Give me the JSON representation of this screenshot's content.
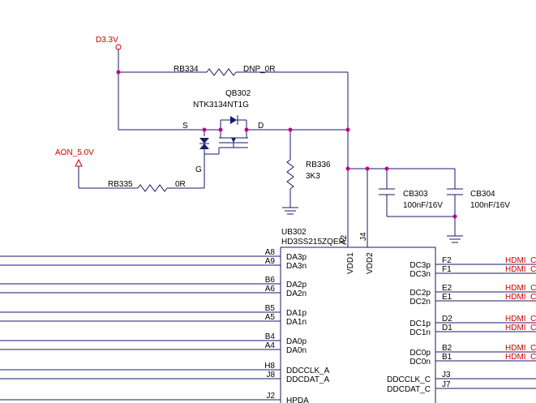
{
  "power": {
    "d33": "D3.3V",
    "aon": "AON_5.0V"
  },
  "rb334": {
    "ref": "RB334",
    "value": "DNP_0R"
  },
  "qb302": {
    "ref": "QB302",
    "part": "NTK3134NT1G",
    "s": "S",
    "d": "D",
    "g": "G"
  },
  "rb335": {
    "ref": "RB335",
    "value": "0R"
  },
  "rb336": {
    "ref": "RB336",
    "value": "3K3"
  },
  "cb303": {
    "ref": "CB303",
    "value": "100nF/16V"
  },
  "cb304": {
    "ref": "CB304",
    "value": "100nF/16V"
  },
  "ub302": {
    "ref": "UB302",
    "part": "HD3SS215ZQER",
    "vdd1": "VDD1",
    "vdd2": "VDD2",
    "vdd1_pin": "A2",
    "vdd2_pin": "J4",
    "left_pins": [
      {
        "num": "A8",
        "name": "DA3p"
      },
      {
        "num": "A9",
        "name": "DA3n"
      },
      {
        "num": "B6",
        "name": "DA2p"
      },
      {
        "num": "A6",
        "name": "DA2n"
      },
      {
        "num": "B5",
        "name": "DA1p"
      },
      {
        "num": "A5",
        "name": "DA1n"
      },
      {
        "num": "B4",
        "name": "DA0p"
      },
      {
        "num": "A4",
        "name": "DA0n"
      },
      {
        "num": "H8",
        "name": "DDCCLK_A"
      },
      {
        "num": "J8",
        "name": "DDCDAT_A"
      },
      {
        "num": "J2",
        "name": "HPDA"
      }
    ],
    "right_pins": [
      {
        "num": "F2",
        "name": "DC3p",
        "net": "HDMI_C"
      },
      {
        "num": "F1",
        "name": "DC3n",
        "net": "HDMI_C"
      },
      {
        "num": "E2",
        "name": "DC2p",
        "net": "HDMI_C"
      },
      {
        "num": "E1",
        "name": "DC2n",
        "net": "HDMI_C"
      },
      {
        "num": "D2",
        "name": "DC1p",
        "net": "HDMI_C"
      },
      {
        "num": "D1",
        "name": "DC1n",
        "net": "HDMI_C"
      },
      {
        "num": "B2",
        "name": "DC0p",
        "net": "HDMI_C"
      },
      {
        "num": "B1",
        "name": "DC0n",
        "net": "HDMI_C"
      },
      {
        "num": "J3",
        "name": "DDCCLK_C",
        "net": ""
      },
      {
        "num": "J7",
        "name": "DDCDAT_C",
        "net": ""
      }
    ]
  }
}
